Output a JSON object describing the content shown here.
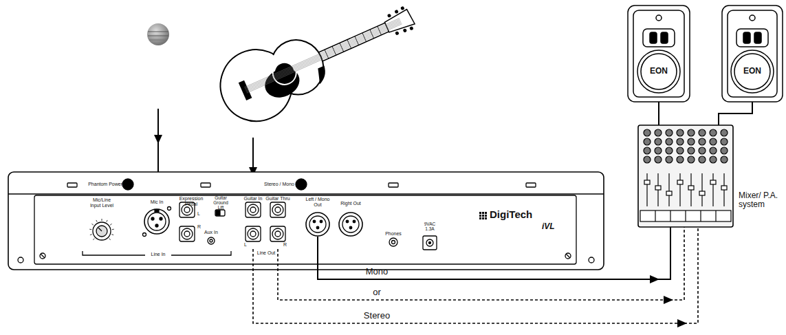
{
  "diagram": {
    "nodes": [
      {
        "text": [
          "DigiTech",
          "iVL"
        ]
      },
      {
        "text": [
          "Left / Mono Out"
        ],
        "in": 0
      },
      {
        "text": [
          "L"
        ],
        "in": 0
      },
      {
        "text": [
          "R"
        ],
        "in": 0
      },
      {
        "text": [
          "Mixer/ P.A. system"
        ]
      },
      {
        "text": [
          "EON"
        ]
      },
      {
        "text": [
          "EON"
        ]
      }
    ],
    "edges": [
      {
        "from": 1,
        "to": 4,
        "label": "Mono",
        "arrow": "to"
      },
      {
        "from": 3,
        "to": 4,
        "arrow": "to"
      },
      {
        "from": 2,
        "to": 4,
        "label": "Stereo",
        "arrow": "to"
      },
      {
        "from": 5,
        "to": 4,
        "arrow": "none"
      },
      {
        "from": 6,
        "to": 4,
        "arrow": "none"
      }
    ],
    "labels": [
      "Phantom Power",
      "Stereo / Mono",
      "Mic/Line Input Level",
      "Mic In",
      "Line In",
      "Expression Pedal",
      "L",
      "R",
      "Aux In",
      "Guitar Ground Lift",
      "Guitar In",
      "Guitar Thru",
      "Line Out",
      "Right Out",
      "Phones",
      "9VAC 1.3A",
      "or"
    ]
  }
}
